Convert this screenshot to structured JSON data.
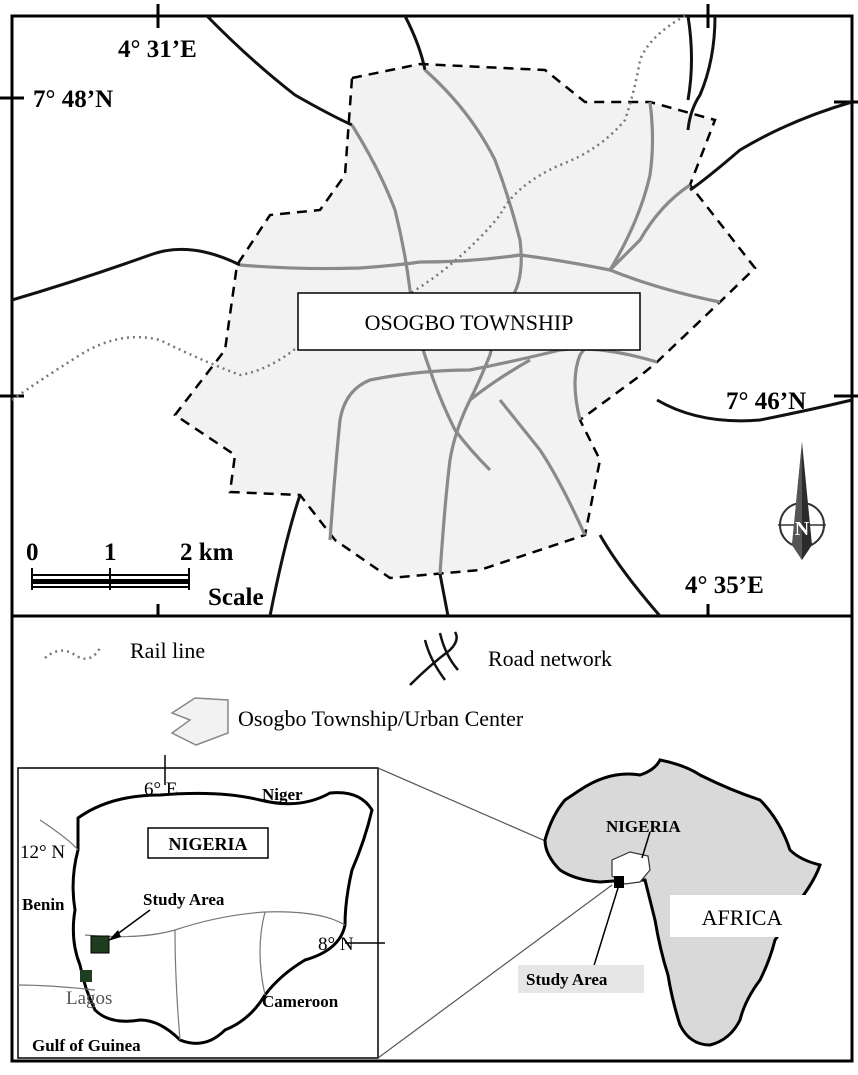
{
  "main_map": {
    "title_box": "OSOGBO TOWNSHIP",
    "coords": {
      "top_lon": "4° 31’E",
      "top_lat": "7° 48’N",
      "right_lat": "7° 46’N",
      "bottom_lon": "4° 35’E"
    },
    "scale": {
      "tick0": "0",
      "tick1": "1",
      "tick2": "2 km",
      "label": "Scale"
    },
    "north_arrow_letter": "N"
  },
  "legend": {
    "rail": "Rail line",
    "road": "Road network",
    "township": "Osogbo Township/Urban Center"
  },
  "nigeria_inset": {
    "title": "NIGERIA",
    "lon_label": "6° E",
    "lat_north": "12° N",
    "lat_south": "8° N",
    "neighbors": {
      "niger": "Niger",
      "benin": "Benin",
      "cameroon": "Cameroon",
      "gulf": "Gulf of Guinea"
    },
    "study_area": "Study Area",
    "lagos": "Lagos"
  },
  "africa_inset": {
    "title": "AFRICA",
    "nigeria": "NIGERIA",
    "study_area": "Study Area"
  },
  "colors": {
    "township_fill": "#f2f2f2",
    "africa_fill": "#d9d9d9",
    "road_gray": "#8a8a8a",
    "study_square": "#1f3d1f",
    "frame": "#000000"
  }
}
